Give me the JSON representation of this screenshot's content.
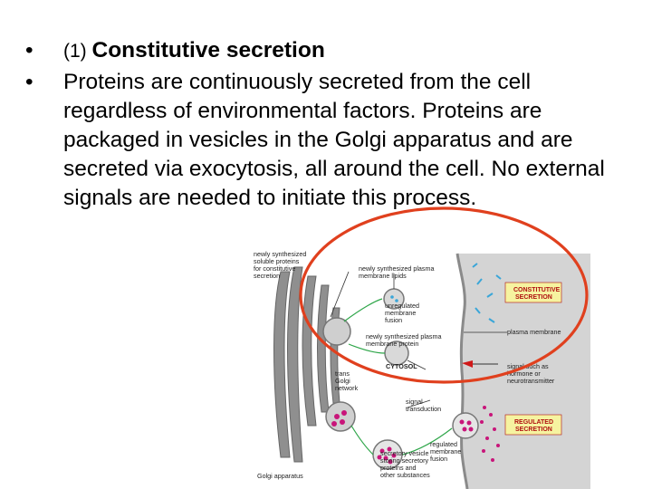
{
  "bullets": {
    "bullet_char": "•",
    "item1": {
      "lead": "(1) ",
      "heading": "Constitutive secretion"
    },
    "item2": {
      "text": "Proteins are continuously secreted from the cell regardless of environmental factors. Proteins are packaged in vesicles in the Golgi apparatus and are secreted via exocytosis, all around the cell. No external signals are needed to initiate this process."
    }
  },
  "figure": {
    "labels": {
      "newly_soluble_1": "newly synthesized",
      "newly_soluble_2": "soluble proteins",
      "newly_soluble_3": "for constitutive",
      "newly_soluble_4": "secretion",
      "lipids_1": "newly synthesized plasma",
      "lipids_2": "membrane lipids",
      "unregulated_1": "unregulated",
      "unregulated_2": "membrane",
      "unregulated_3": "fusion",
      "constitutive_box_1": "CONSTITUTIVE",
      "constitutive_box_2": "SECRETION",
      "plasma_membrane": "plasma membrane",
      "protein_1": "newly synthesized plasma",
      "protein_2": "membrane protein",
      "cytosol": "CYTOSOL",
      "trans_golgi_1": "trans",
      "trans_golgi_2": "Golgi",
      "trans_golgi_3": "network",
      "signal_1": "signal such as",
      "signal_2": "hormone or",
      "signal_3": "neurotransmitter",
      "transduction_1": "signal",
      "transduction_2": "transduction",
      "regulated_box_1": "REGULATED",
      "regulated_box_2": "SECRETION",
      "regulated_fusion_1": "regulated",
      "regulated_fusion_2": "membrane",
      "regulated_fusion_3": "fusion",
      "storing_1": "secretory vesicle",
      "storing_2": "storing secretory",
      "storing_3": "proteins and",
      "storing_4": "other substances",
      "golgi": "Golgi apparatus"
    },
    "colors": {
      "highlight_circle": "#e0401e",
      "membrane_gray": "#c8c8c8",
      "golgi_gray": "#8f8f8f",
      "protein_blue": "#3aa6d8",
      "regulated_magenta": "#c8157a",
      "box_fill": "#f6f3a0",
      "box_border": "#b01010"
    }
  }
}
